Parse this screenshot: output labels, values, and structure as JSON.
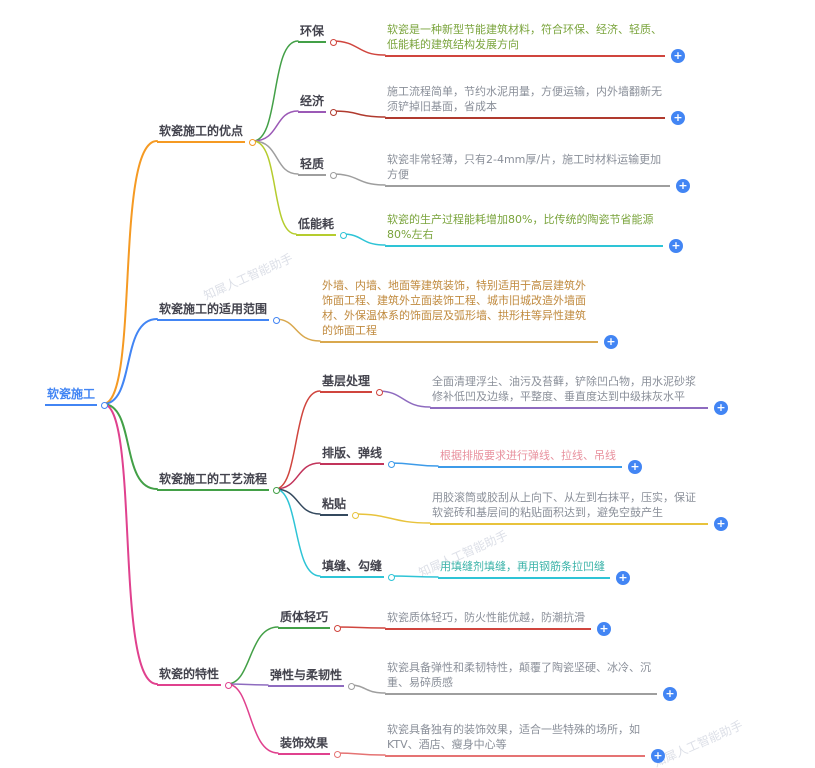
{
  "root": {
    "label": "软瓷施工"
  },
  "branches": [
    {
      "label": "软瓷施工的优点",
      "children": [
        {
          "label": "环保",
          "desc": "软瓷是一种新型节能建筑材料，符合环保、经济、轻质、低能耗的建筑结构发展方向"
        },
        {
          "label": "经济",
          "desc": "施工流程简单，节约水泥用量，方便运输，内外墙翻新无须铲掉旧基面，省成本"
        },
        {
          "label": "轻质",
          "desc": "软瓷非常轻薄，只有2-4mm厚/片，施工时材料运输更加方便"
        },
        {
          "label": "低能耗",
          "desc": "软瓷的生产过程能耗增加80%，比传统的陶瓷节省能源80%左右"
        }
      ]
    },
    {
      "label": "软瓷施工的适用范围",
      "desc": "外墙、内墙、地面等建筑装饰，特别适用于高层建筑外饰面工程、建筑外立面装饰工程、城市旧城改造外墙面材、外保温体系的饰面层及弧形墙、拱形柱等异性建筑的饰面工程"
    },
    {
      "label": "软瓷施工的工艺流程",
      "children": [
        {
          "label": "基层处理",
          "desc": "全面清理浮尘、油污及苔藓，铲除凹凸物，用水泥砂浆修补低凹及边缘，平整度、垂直度达到中级抹灰水平"
        },
        {
          "label": "排版、弹线",
          "desc": "根据排版要求进行弹线、拉线、吊线"
        },
        {
          "label": "粘贴",
          "desc": "用胶滚筒或胶刮从上向下、从左到右抹平，压实，保证软瓷砖和基层间的粘贴面积达到，避免空鼓产生"
        },
        {
          "label": "填缝、勾缝",
          "desc": "用填缝剂填缝，再用钢筋条拉凹缝"
        }
      ]
    },
    {
      "label": "软瓷的特性",
      "children": [
        {
          "label": "质体轻巧",
          "desc": "软瓷质体轻巧，防火性能优越，防潮抗滑"
        },
        {
          "label": "弹性与柔韧性",
          "desc": "软瓷具备弹性和柔韧特性，颠覆了陶瓷坚硬、冰冷、沉重、易碎质感"
        },
        {
          "label": "装饰效果",
          "desc": "软瓷具备独有的装饰效果，适合一些特殊的场所，如KTV、酒店、瘦身中心等"
        }
      ]
    }
  ],
  "ui": {
    "expand_label": "+",
    "watermark": "知犀人工智能助手"
  },
  "colors": {
    "accent_blue": "#4285f4",
    "branch_orange": "#f59a23",
    "branch_blue": "#4285f4",
    "branch_green": "#43a047",
    "branch_pink": "#e0418e"
  }
}
